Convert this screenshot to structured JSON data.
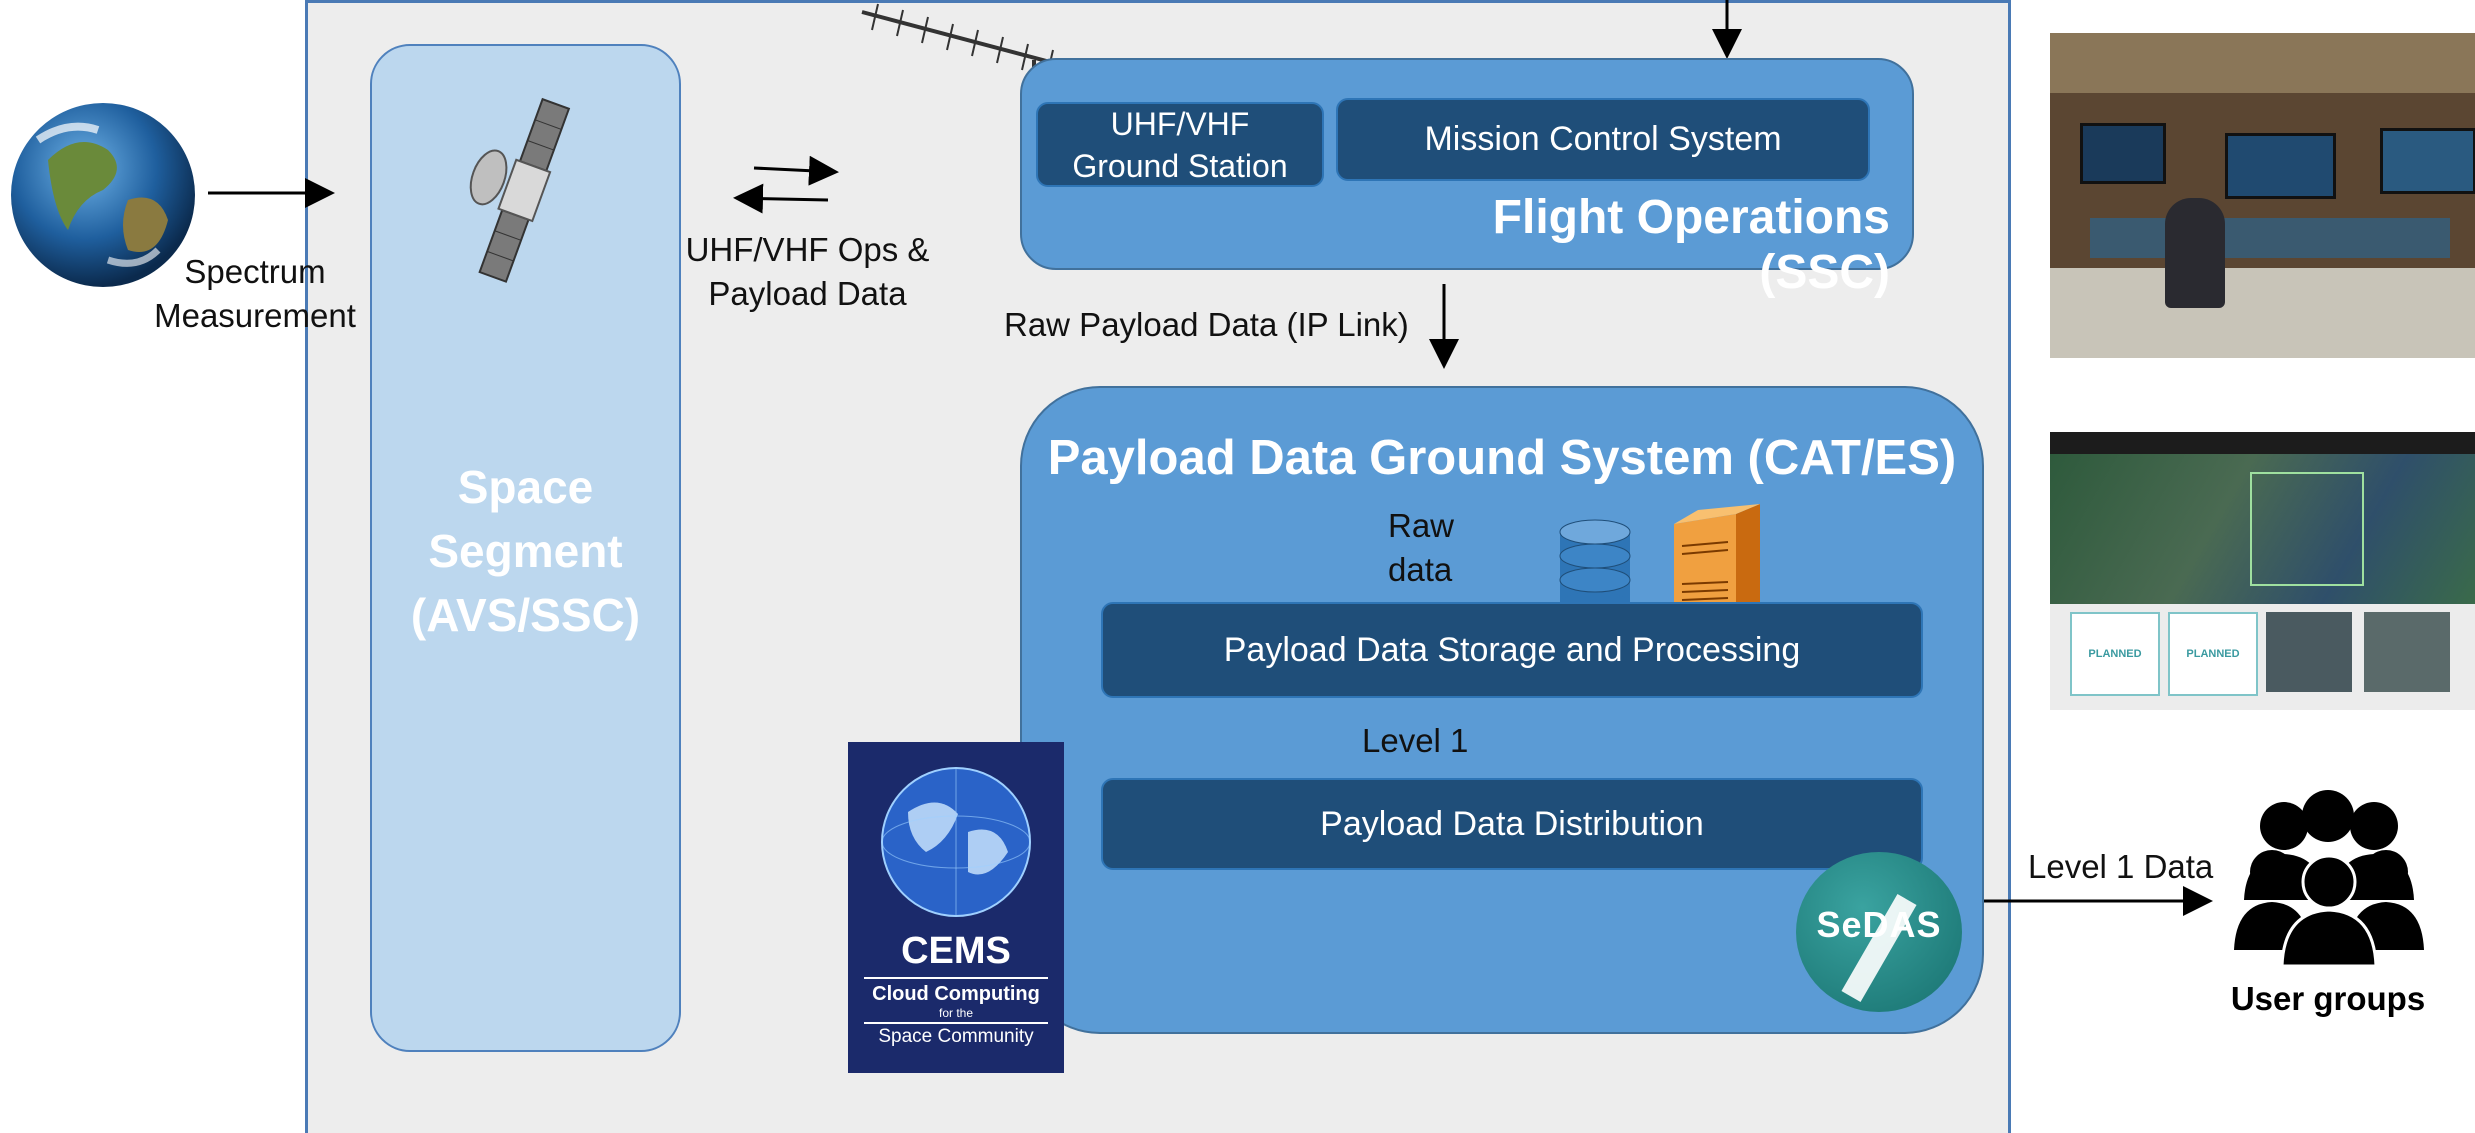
{
  "space_segment": {
    "lines": [
      "Space",
      "Segment",
      "(AVS/SSC)"
    ]
  },
  "spectrum_label": [
    "Spectrum",
    "Measurement"
  ],
  "ops_label": [
    "UHF/VHF Ops &",
    "Payload Data"
  ],
  "flight_ops": {
    "title": "Flight Operations (SSC)",
    "ground_station": [
      "UHF/VHF",
      "Ground Station"
    ],
    "mission_control": "Mission Control System"
  },
  "raw_payload_label": "Raw Payload Data (IP Link)",
  "payload_ground": {
    "title": "Payload Data Ground System (CAT/ES)",
    "raw_data": [
      "Raw",
      "data"
    ],
    "storage": "Payload Data Storage and Processing",
    "level1": "Level 1",
    "distribution": "Payload Data Distribution"
  },
  "level1_data": "Level 1 Data",
  "user_groups": "User groups",
  "cems": {
    "name": "CEMS",
    "line1": "Cloud Computing",
    "line2": "for the",
    "line3": "Space Community"
  },
  "sedas": {
    "logo": "SeDAS"
  },
  "webapp_tiles": [
    "PLANNED",
    "PLANNED"
  ],
  "colors": {
    "box_blue": "#5b9bd5",
    "dark_blue": "#1f4e79",
    "light_blue": "#bcd7ee",
    "frame": "#ededed"
  }
}
